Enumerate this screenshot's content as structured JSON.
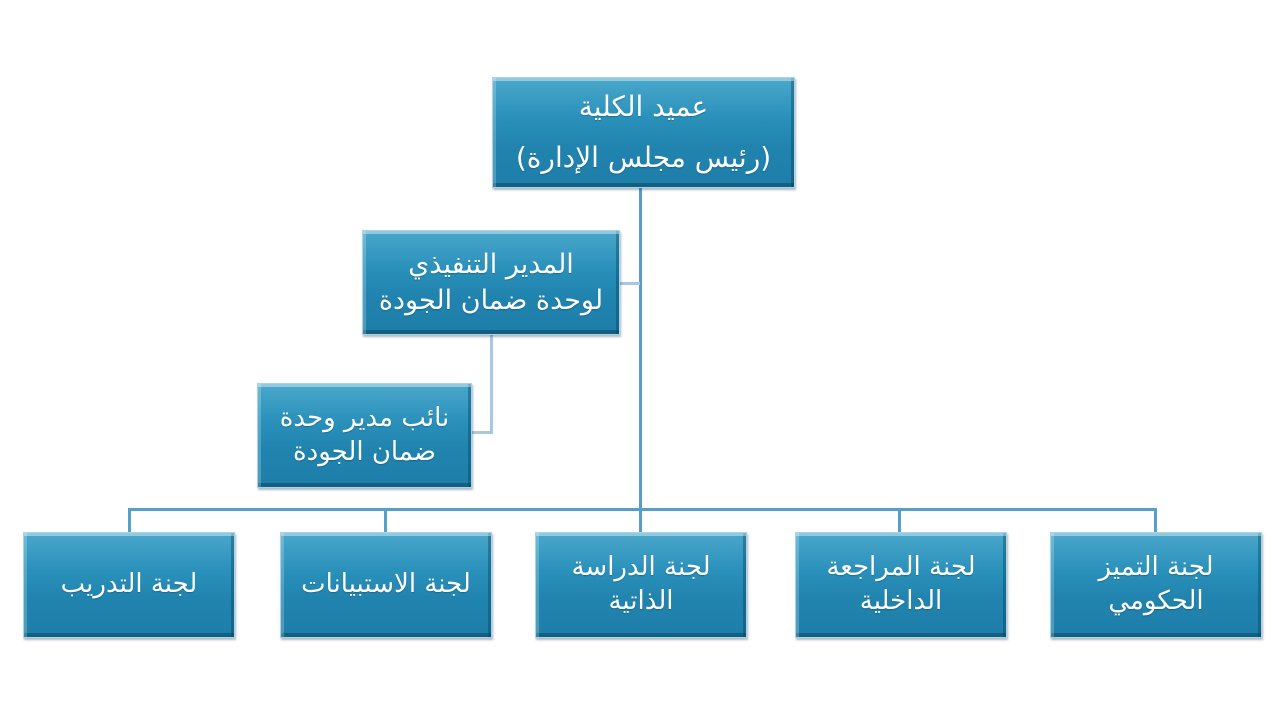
{
  "org": {
    "root": {
      "line1": "عميد الكلية",
      "line2": "(رئيس مجلس الإدارة)"
    },
    "executive": {
      "line1": "المدير التنفيذي",
      "line2": "لوحدة ضمان الجودة"
    },
    "deputy": {
      "line1": "نائب مدير وحدة",
      "line2": "ضمان الجودة"
    },
    "committees": [
      "لجنة التدريب",
      "لجنة الاستبيانات",
      "لجنة الدراسة الذاتية",
      "لجنة المراجعة الداخلية",
      "لجنة التميز الحكومي"
    ]
  },
  "colors": {
    "box_fill_top": "#4aa7cb",
    "box_fill_bottom": "#1d7ea9",
    "box_border": "#a9d3e6",
    "connector_strong": "#569fc8",
    "connector_light": "#a9c8de",
    "text": "#ffffff",
    "background": "#ffffff"
  }
}
